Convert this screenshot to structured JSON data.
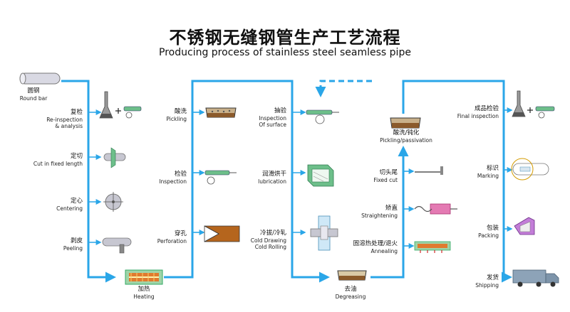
{
  "title": {
    "cn": "不锈钢无缝钢管生产工艺流程",
    "en": "Producing process of stainless steel seamless pipe"
  },
  "colors": {
    "flow": "#2aa6e8",
    "machine": "#6dbf8a",
    "steel": "#c7c7d1"
  },
  "steps": {
    "round_bar": {
      "cn": "圆钢",
      "en": "Round bar",
      "icon": "round-bar-icon"
    },
    "recheck": {
      "cn": "复检",
      "en1": "Re-inspection",
      "en2": "& analysis",
      "icon": "lab-analysis-icon"
    },
    "cut": {
      "cn": "定切",
      "en": "Cut in fixed length",
      "icon": "cutting-icon"
    },
    "centering": {
      "cn": "定心",
      "en": "Centering",
      "icon": "centering-icon"
    },
    "peeling": {
      "cn": "剥皮",
      "en": "Peeling",
      "icon": "peeling-icon"
    },
    "heating": {
      "cn": "加热",
      "en": "Heating",
      "icon": "furnace-icon"
    },
    "pickling": {
      "cn": "酸洗",
      "en": "Pickling",
      "icon": "acid-tank-icon"
    },
    "inspection": {
      "cn": "检验",
      "en": "Inspection",
      "icon": "inspection-gauge-icon"
    },
    "perforation": {
      "cn": "穿孔",
      "en": "Perforation",
      "icon": "piercing-icon"
    },
    "surface": {
      "cn": "抽验",
      "en1": "Inspection",
      "en2": "Of surface",
      "icon": "surface-gauge-icon"
    },
    "lubrication": {
      "cn": "润滑烘干",
      "en": "lubrication",
      "icon": "lubrication-icon"
    },
    "cold": {
      "cn": "冷拔/冷轧",
      "en1": "Cold Drawing",
      "en2": "Cold Rolling",
      "icon": "cold-drawing-icon"
    },
    "degreasing": {
      "cn": "去油",
      "en": "Degreasing",
      "icon": "degreasing-tank-icon"
    },
    "passivation": {
      "cn": "酸洗/钝化",
      "en": "Pickling/passivation",
      "icon": "passivation-tank-icon"
    },
    "fixed_cut": {
      "cn": "切头尾",
      "en": "Fixed cut",
      "icon": "pipe-cut-icon"
    },
    "straight": {
      "cn": "矫直",
      "en": "Straightening",
      "icon": "straightening-icon"
    },
    "annealing": {
      "cn": "固溶热处理/退火",
      "en": "Annealing",
      "icon": "annealing-furnace-icon"
    },
    "final": {
      "cn": "成品检验",
      "en": "Final inspection",
      "icon": "final-check-icon"
    },
    "marking": {
      "cn": "标识",
      "en": "Marking",
      "icon": "marking-icon"
    },
    "packing": {
      "cn": "包装",
      "en": "Packing",
      "icon": "packing-icon"
    },
    "shipping": {
      "cn": "发货",
      "en": "Shipping",
      "icon": "truck-icon"
    }
  }
}
